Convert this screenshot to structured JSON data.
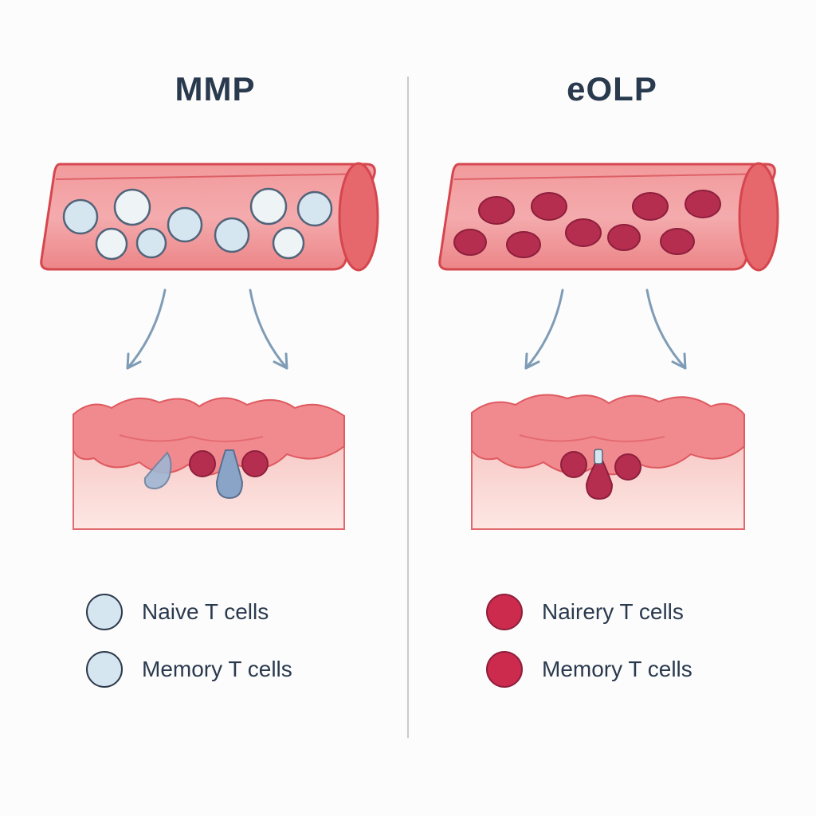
{
  "panels": [
    {
      "id": "mmp",
      "title": "MMP",
      "legend": [
        {
          "label": "Naive T cells",
          "color": "#d6e6f0"
        },
        {
          "label": "Memory T cells",
          "color": "#d6e6f0"
        }
      ]
    },
    {
      "id": "eolp",
      "title": "eOLP",
      "legend": [
        {
          "label": "Nairery T cells",
          "color": "#cc2b4e"
        },
        {
          "label": "Memory T cells",
          "color": "#cc2b4e"
        }
      ]
    }
  ],
  "colors": {
    "vessel": "#ee8a8d",
    "vessel_dark": "#d9565c",
    "tissue": "#f3b5b3",
    "naive_cell": "#dbe9f2",
    "memory_cell": "#b52e50",
    "arrow": "#7f9cb6",
    "text": "#2a3a4e"
  }
}
